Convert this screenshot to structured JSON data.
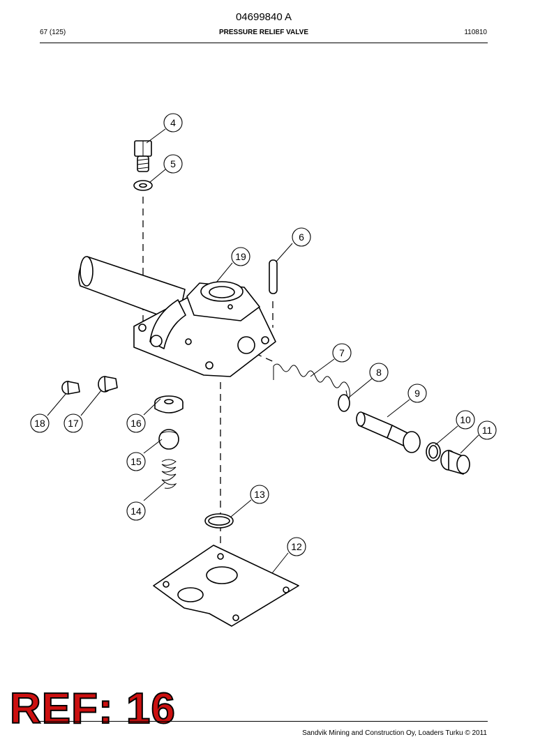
{
  "header": {
    "doc_number": "04699840 A",
    "page": "67 (125)",
    "title": "PRESSURE RELIEF VALVE",
    "date_code": "110810"
  },
  "callouts": [
    "4",
    "5",
    "6",
    "7",
    "8",
    "9",
    "10",
    "11",
    "12",
    "13",
    "14",
    "15",
    "16",
    "17",
    "18",
    "19"
  ],
  "stamp": {
    "text": "REF: 16",
    "color": "#cc1010"
  },
  "footer": {
    "copyright": "Sandvik Mining and Construction Oy, Loaders Turku © 2011"
  }
}
